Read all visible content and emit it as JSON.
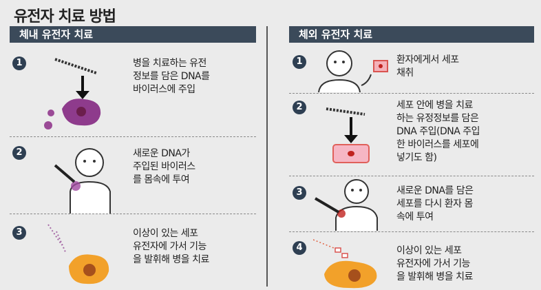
{
  "title": "유전자 치료 방법",
  "in_vivo": {
    "header": "체내 유전자 치료",
    "steps": [
      {
        "num": "1",
        "text": "병을 치료하는 유전\n정보를 담은 DNA를\n바이러스에 주입"
      },
      {
        "num": "2",
        "text": "새로운 DNA가\n주입된 바이러스\n를 몸속에 투여"
      },
      {
        "num": "3",
        "text": "이상이 있는 세포\n유전자에 가서 기능\n을 발휘해 병을 치료"
      }
    ]
  },
  "ex_vivo": {
    "header": "체외 유전자 치료",
    "steps": [
      {
        "num": "1",
        "text": "환자에게서 세포\n채취"
      },
      {
        "num": "2",
        "text": "세포 안에 병을 치료\n하는 유정정보를 담은\nDNA 주입(DNA 주입\n한 바이러스를 세포에\n넣기도 함)"
      },
      {
        "num": "3",
        "text": "새로운 DNA를 담은\n세포를 다시 환자 몸\n속에 투여"
      },
      {
        "num": "4",
        "text": "이상이 있는 세포\n유전자에 가서 기능\n을 발휘해 병을 치료"
      }
    ]
  }
}
